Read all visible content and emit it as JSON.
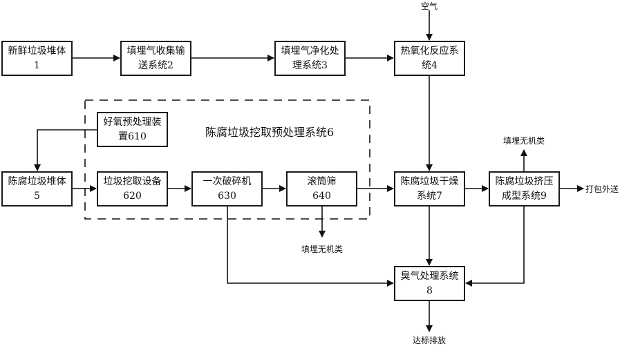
{
  "diagram": {
    "nodes": {
      "n1": {
        "lines": [
          "新鲜垃圾堆体1"
        ]
      },
      "n2": {
        "lines": [
          "填埋气收集输",
          "送系统2"
        ]
      },
      "n3": {
        "lines": [
          "填埋气净化处",
          "理系统3"
        ]
      },
      "n4": {
        "lines": [
          "热氧化反应系",
          "统4"
        ]
      },
      "n5": {
        "lines": [
          "陈腐垃圾堆体5"
        ]
      },
      "n610": {
        "lines": [
          "好氧预处理装",
          "置610"
        ]
      },
      "n620": {
        "lines": [
          "垃圾挖取设备",
          "620"
        ]
      },
      "n630": {
        "lines": [
          "一次破碎机",
          "630"
        ]
      },
      "n640": {
        "lines": [
          "滚筒筛",
          "640"
        ]
      },
      "n7": {
        "lines": [
          "陈腐垃圾干燥",
          "系统7"
        ]
      },
      "n8": {
        "lines": [
          "臭气处理系统8"
        ]
      },
      "n9": {
        "lines": [
          "陈腐垃圾挤压",
          "成型系统9"
        ]
      }
    },
    "group6": {
      "title": "陈腐垃圾挖取预处理系统6"
    },
    "labels": {
      "air": "空气",
      "landfill_inorganic_1": "填埋无机类",
      "landfill_inorganic_2": "填埋无机类",
      "pack_out": "打包外送",
      "discharge": "达标排放"
    },
    "edges": [
      {
        "from": "n1",
        "to": "n2"
      },
      {
        "from": "n2",
        "to": "n3"
      },
      {
        "from": "n3",
        "to": "n4"
      },
      {
        "from": "air",
        "to": "n4"
      },
      {
        "from": "n4",
        "to": "n7"
      },
      {
        "from": "n610",
        "to": "n5"
      },
      {
        "from": "n5",
        "to": "n620"
      },
      {
        "from": "n620",
        "to": "n630"
      },
      {
        "from": "n630",
        "to": "n640"
      },
      {
        "from": "n640",
        "to": "n7"
      },
      {
        "from": "n640",
        "to": "landfill_inorganic_1"
      },
      {
        "from": "n7",
        "to": "n9"
      },
      {
        "from": "n9",
        "to": "landfill_inorganic_2"
      },
      {
        "from": "n9",
        "to": "pack_out"
      },
      {
        "from": "n7",
        "to": "n8"
      },
      {
        "from": "n630",
        "to": "n8"
      },
      {
        "from": "n9",
        "to": "n8"
      },
      {
        "from": "n8",
        "to": "discharge"
      }
    ]
  }
}
